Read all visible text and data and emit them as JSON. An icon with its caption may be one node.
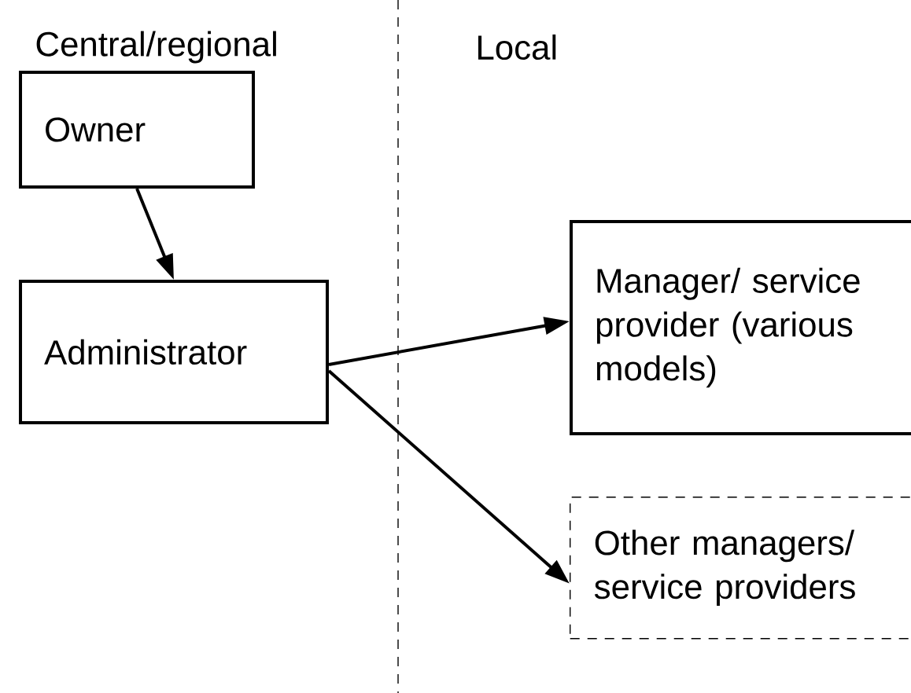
{
  "diagram": {
    "nodes": [
      {
        "text": [
          "Owner"
        ]
      },
      {
        "text": [
          "Administrator"
        ]
      },
      {
        "text": [
          "Manager/ service provider (various models)"
        ]
      },
      {
        "text": [
          "Other managers/ service providers"
        ]
      }
    ],
    "edges": [
      {
        "from": 0,
        "to": 1,
        "arrow": "to"
      },
      {
        "from": 1,
        "to": 2,
        "arrow": "to"
      },
      {
        "from": 1,
        "to": 3,
        "arrow": "to"
      }
    ],
    "labels": [
      "Central/regional",
      "Local"
    ]
  }
}
